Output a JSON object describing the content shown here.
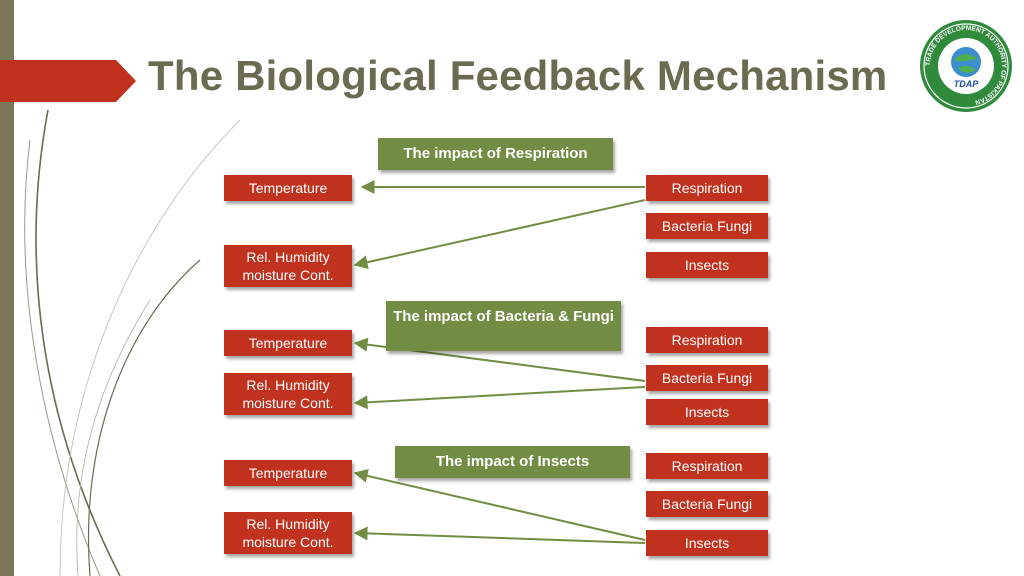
{
  "title": "The Biological Feedback Mechanism",
  "logo": {
    "ring_text": "TRADE DEVELOPMENT AUTHORITY OF PAKISTAN",
    "abbr": "TDAP"
  },
  "sections": [
    {
      "header": "The impact of Respiration",
      "left": [
        "Temperature",
        "Rel. Humidity moisture Cont."
      ],
      "right": [
        "Respiration",
        "Bacteria Fungi",
        "Insects"
      ]
    },
    {
      "header": "The impact of Bacteria & Fungi",
      "left": [
        "Temperature",
        "Rel. Humidity moisture Cont."
      ],
      "right": [
        "Respiration",
        "Bacteria Fungi",
        "Insects"
      ]
    },
    {
      "header": "The impact of Insects",
      "left": [
        "Temperature",
        "Rel. Humidity moisture Cont."
      ],
      "right": [
        "Respiration",
        "Bacteria Fungi",
        "Insects"
      ]
    }
  ],
  "colors": {
    "node": "#c0321e",
    "header": "#738c44",
    "arrow": "#738c44",
    "title": "#6b6b52",
    "accent": "#c0321e"
  }
}
